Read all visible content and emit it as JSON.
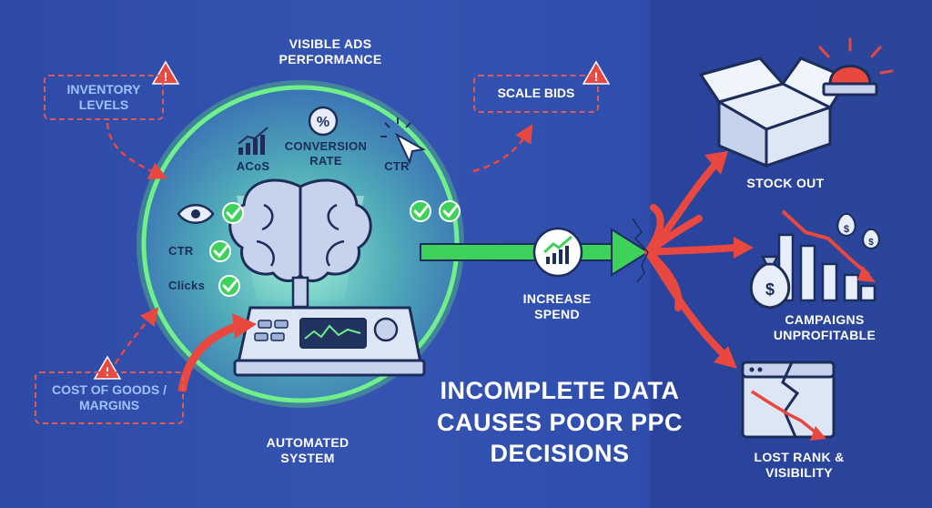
{
  "center": {
    "title": "VISIBLE ADS PERFORMANCE",
    "acos": "ACoS",
    "conversion_rate": "CONVERSION RATE",
    "ctr_top": "CTR",
    "ctr_left": "CTR",
    "clicks": "Clicks",
    "automated_system": "AUTOMATED SYSTEM"
  },
  "inputs": {
    "inventory_levels": "INVENTORY LEVELS",
    "cost_of_goods": "COST OF GOODS / MARGINS",
    "scale_bids": "SCALE BIDS"
  },
  "action": {
    "increase_spend": "INCREASE SPEND"
  },
  "outcomes": {
    "stock_out": "STOCK OUT",
    "campaigns_unprofitable": "CAMPAIGNS UNPROFITABLE",
    "lost_rank": "LOST RANK & VISIBILITY"
  },
  "headline": "INCOMPLETE DATA CAUSES POOR PPC DECISIONS",
  "colors": {
    "background": "#2f4fa8",
    "glow": "#5fe07a",
    "warning_red": "#e8483f",
    "arrow_green": "#3ed25a",
    "dashed_border": "#e05a52",
    "text_light_blue": "#9ec2ff"
  },
  "icons": [
    "warning-icon",
    "percent-icon",
    "bar-chart-icon",
    "cursor-click-icon",
    "eye-icon",
    "check-icon",
    "brain-icon",
    "control-panel-icon",
    "trend-up-icon",
    "box-icon",
    "siren-icon",
    "money-bag-icon",
    "falling-chart-icon",
    "broken-window-icon"
  ]
}
